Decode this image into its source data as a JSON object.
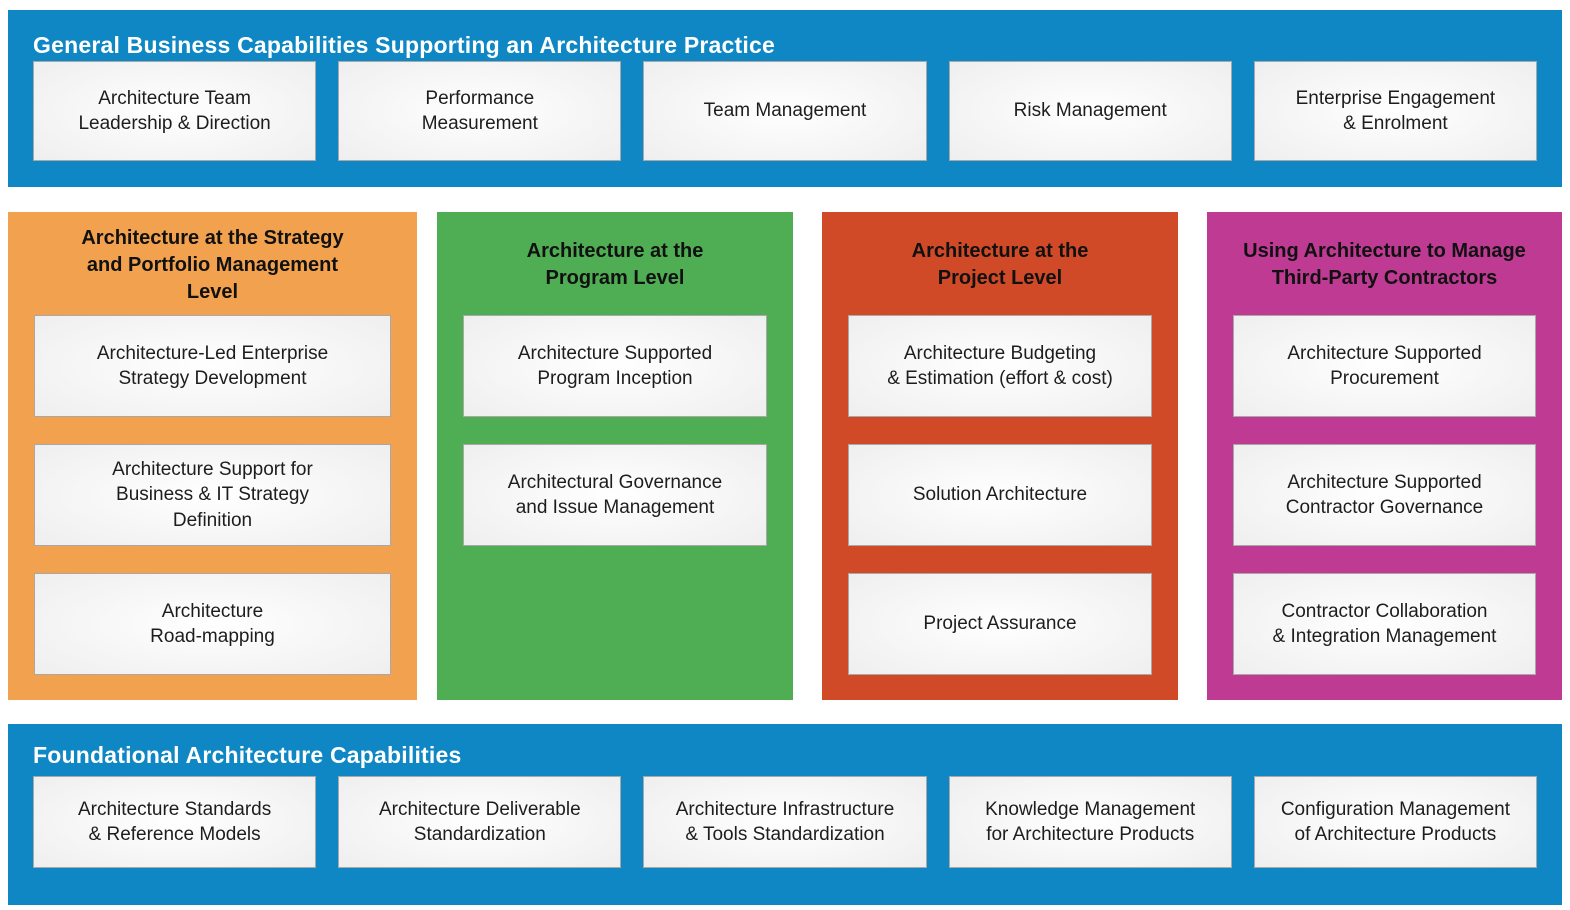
{
  "colors": {
    "band_blue": "#0e87c4",
    "strategy_orange": "#f2a24e",
    "program_green": "#4fad53",
    "project_red": "#d04a27",
    "contractors_magenta": "#be3a93",
    "box_gradient_edge": "#d2d2d2",
    "box_border": "#a8a8a8",
    "band_title_text": "#ffffff",
    "column_title_text": "#111111",
    "box_text": "#1d1d1d"
  },
  "top_band": {
    "title": "General Business Capabilities Supporting an Architecture Practice",
    "boxes": [
      "Architecture Team\nLeadership & Direction",
      "Performance\nMeasurement",
      "Team Management",
      "Risk Management",
      "Enterprise Engagement\n& Enrolment"
    ]
  },
  "columns": [
    {
      "title": "Architecture at the Strategy\nand Portfolio Management\nLevel",
      "color": "#f2a24e",
      "boxes": [
        "Architecture-Led Enterprise\nStrategy Development",
        "Architecture Support for\nBusiness & IT Strategy\nDefinition",
        "Architecture\nRoad-mapping"
      ]
    },
    {
      "title": "Architecture at the\nProgram Level",
      "color": "#4fad53",
      "boxes": [
        "Architecture Supported\nProgram Inception",
        "Architectural Governance\nand Issue Management"
      ]
    },
    {
      "title": "Architecture at the\nProject Level",
      "color": "#d04a27",
      "boxes": [
        "Architecture Budgeting\n& Estimation (effort & cost)",
        "Solution Architecture",
        "Project Assurance"
      ]
    },
    {
      "title": "Using Architecture to Manage\nThird-Party Contractors",
      "color": "#be3a93",
      "boxes": [
        "Architecture Supported\nProcurement",
        "Architecture Supported\nContractor Governance",
        "Contractor Collaboration\n& Integration Management"
      ]
    }
  ],
  "bottom_band": {
    "title": "Foundational Architecture Capabilities",
    "boxes": [
      "Architecture Standards\n& Reference Models",
      "Architecture Deliverable\nStandardization",
      "Architecture Infrastructure\n& Tools Standardization",
      "Knowledge Management\nfor Architecture Products",
      "Configuration Management\nof Architecture Products"
    ]
  }
}
